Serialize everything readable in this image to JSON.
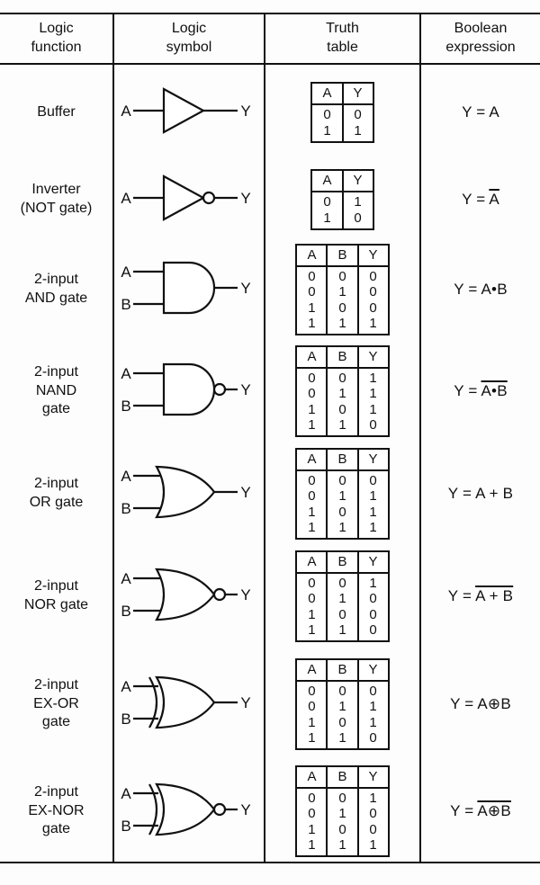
{
  "header": {
    "col1": "Logic\nfunction",
    "col2": "Logic\nsymbol",
    "col3": "Truth\ntable",
    "col4": "Boolean\nexpression"
  },
  "rows": [
    {
      "function": "Buffer",
      "gate": "buffer",
      "inputs": [
        "A"
      ],
      "output": "Y",
      "truth_table": {
        "headers": [
          "A",
          "Y"
        ],
        "rows": [
          [
            "0",
            "0"
          ],
          [
            "1",
            "1"
          ]
        ]
      },
      "expression": {
        "prefix": "Y = ",
        "body": "A",
        "overline": false
      }
    },
    {
      "function": "Inverter\n(NOT gate)",
      "gate": "not",
      "inputs": [
        "A"
      ],
      "output": "Y",
      "truth_table": {
        "headers": [
          "A",
          "Y"
        ],
        "rows": [
          [
            "0",
            "1"
          ],
          [
            "1",
            "0"
          ]
        ]
      },
      "expression": {
        "prefix": "Y = ",
        "body": "A",
        "overline": true
      }
    },
    {
      "function": "2-input\nAND gate",
      "gate": "and",
      "inputs": [
        "A",
        "B"
      ],
      "output": "Y",
      "truth_table": {
        "headers": [
          "A",
          "B",
          "Y"
        ],
        "rows": [
          [
            "0",
            "0",
            "0"
          ],
          [
            "0",
            "1",
            "0"
          ],
          [
            "1",
            "0",
            "0"
          ],
          [
            "1",
            "1",
            "1"
          ]
        ]
      },
      "expression": {
        "prefix": "Y = ",
        "body": "A•B",
        "overline": false
      }
    },
    {
      "function": "2-input\nNAND\ngate",
      "gate": "nand",
      "inputs": [
        "A",
        "B"
      ],
      "output": "Y",
      "truth_table": {
        "headers": [
          "A",
          "B",
          "Y"
        ],
        "rows": [
          [
            "0",
            "0",
            "1"
          ],
          [
            "0",
            "1",
            "1"
          ],
          [
            "1",
            "0",
            "1"
          ],
          [
            "1",
            "1",
            "0"
          ]
        ]
      },
      "expression": {
        "prefix": "Y = ",
        "body": "A•B",
        "overline": true
      }
    },
    {
      "function": "2-input\nOR gate",
      "gate": "or",
      "inputs": [
        "A",
        "B"
      ],
      "output": "Y",
      "truth_table": {
        "headers": [
          "A",
          "B",
          "Y"
        ],
        "rows": [
          [
            "0",
            "0",
            "0"
          ],
          [
            "0",
            "1",
            "1"
          ],
          [
            "1",
            "0",
            "1"
          ],
          [
            "1",
            "1",
            "1"
          ]
        ]
      },
      "expression": {
        "prefix": "Y = ",
        "body": "A + B",
        "overline": false
      }
    },
    {
      "function": "2-input\nNOR gate",
      "gate": "nor",
      "inputs": [
        "A",
        "B"
      ],
      "output": "Y",
      "truth_table": {
        "headers": [
          "A",
          "B",
          "Y"
        ],
        "rows": [
          [
            "0",
            "0",
            "1"
          ],
          [
            "0",
            "1",
            "0"
          ],
          [
            "1",
            "0",
            "0"
          ],
          [
            "1",
            "1",
            "0"
          ]
        ]
      },
      "expression": {
        "prefix": "Y = ",
        "body": "A + B",
        "overline": true
      }
    },
    {
      "function": "2-input\nEX-OR\ngate",
      "gate": "xor",
      "inputs": [
        "A",
        "B"
      ],
      "output": "Y",
      "truth_table": {
        "headers": [
          "A",
          "B",
          "Y"
        ],
        "rows": [
          [
            "0",
            "0",
            "0"
          ],
          [
            "0",
            "1",
            "1"
          ],
          [
            "1",
            "0",
            "1"
          ],
          [
            "1",
            "1",
            "0"
          ]
        ]
      },
      "expression": {
        "prefix": "Y = ",
        "body": "A⊕B",
        "overline": false
      }
    },
    {
      "function": "2-input\nEX-NOR\ngate",
      "gate": "xnor",
      "inputs": [
        "A",
        "B"
      ],
      "output": "Y",
      "truth_table": {
        "headers": [
          "A",
          "B",
          "Y"
        ],
        "rows": [
          [
            "0",
            "0",
            "1"
          ],
          [
            "0",
            "1",
            "0"
          ],
          [
            "1",
            "0",
            "0"
          ],
          [
            "1",
            "1",
            "1"
          ]
        ]
      },
      "expression": {
        "prefix": "Y = ",
        "body": "A⊕B",
        "overline": true
      }
    }
  ]
}
